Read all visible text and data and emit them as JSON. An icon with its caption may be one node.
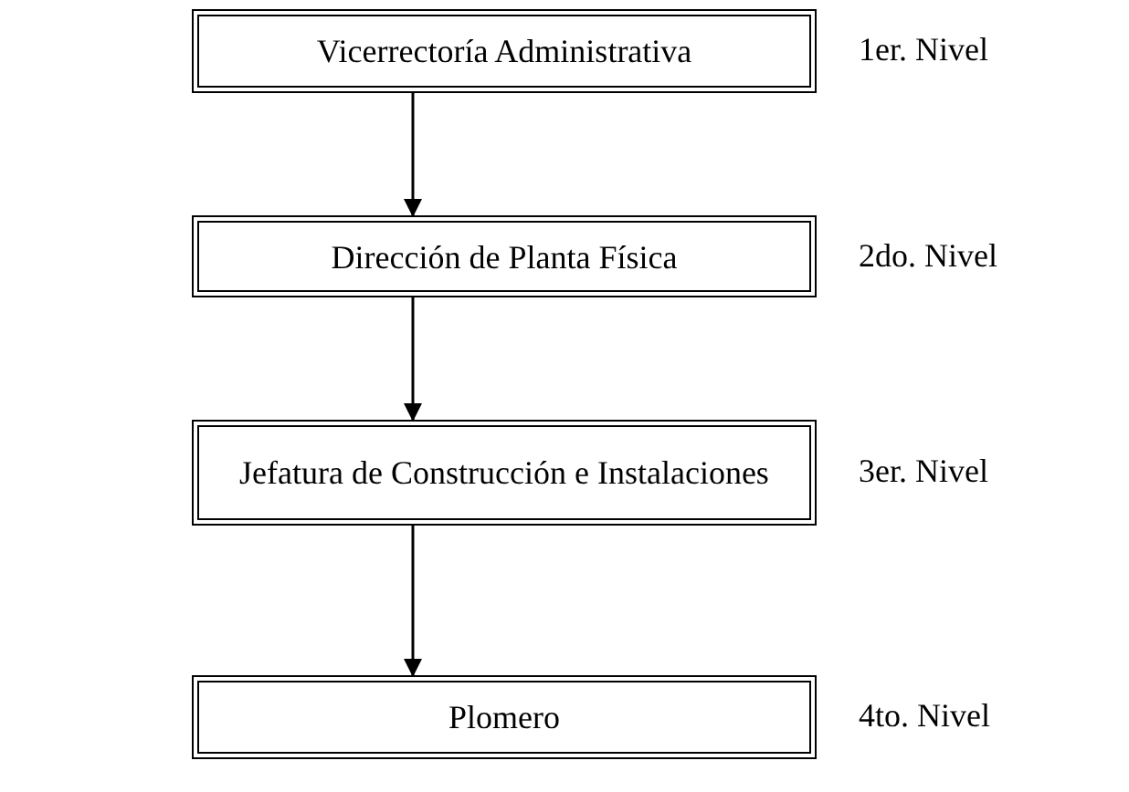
{
  "diagram": {
    "nodes": [
      {
        "text": [
          "Vicerrectoría Administrativa"
        ],
        "beside": [
          "1er. Nivel"
        ]
      },
      {
        "text": [
          "Dirección de Planta Física"
        ],
        "beside": [
          "2do. Nivel"
        ]
      },
      {
        "text": [
          "Jefatura de Construcción e Instalaciones"
        ],
        "beside": [
          "3er. Nivel"
        ]
      },
      {
        "text": [
          "Plomero"
        ],
        "beside": [
          "4to. Nivel"
        ]
      }
    ],
    "edges": [
      {
        "from": 0,
        "to": 1,
        "arrow": "to"
      },
      {
        "from": 1,
        "to": 2,
        "arrow": "to"
      },
      {
        "from": 2,
        "to": 3,
        "arrow": "to"
      }
    ]
  }
}
